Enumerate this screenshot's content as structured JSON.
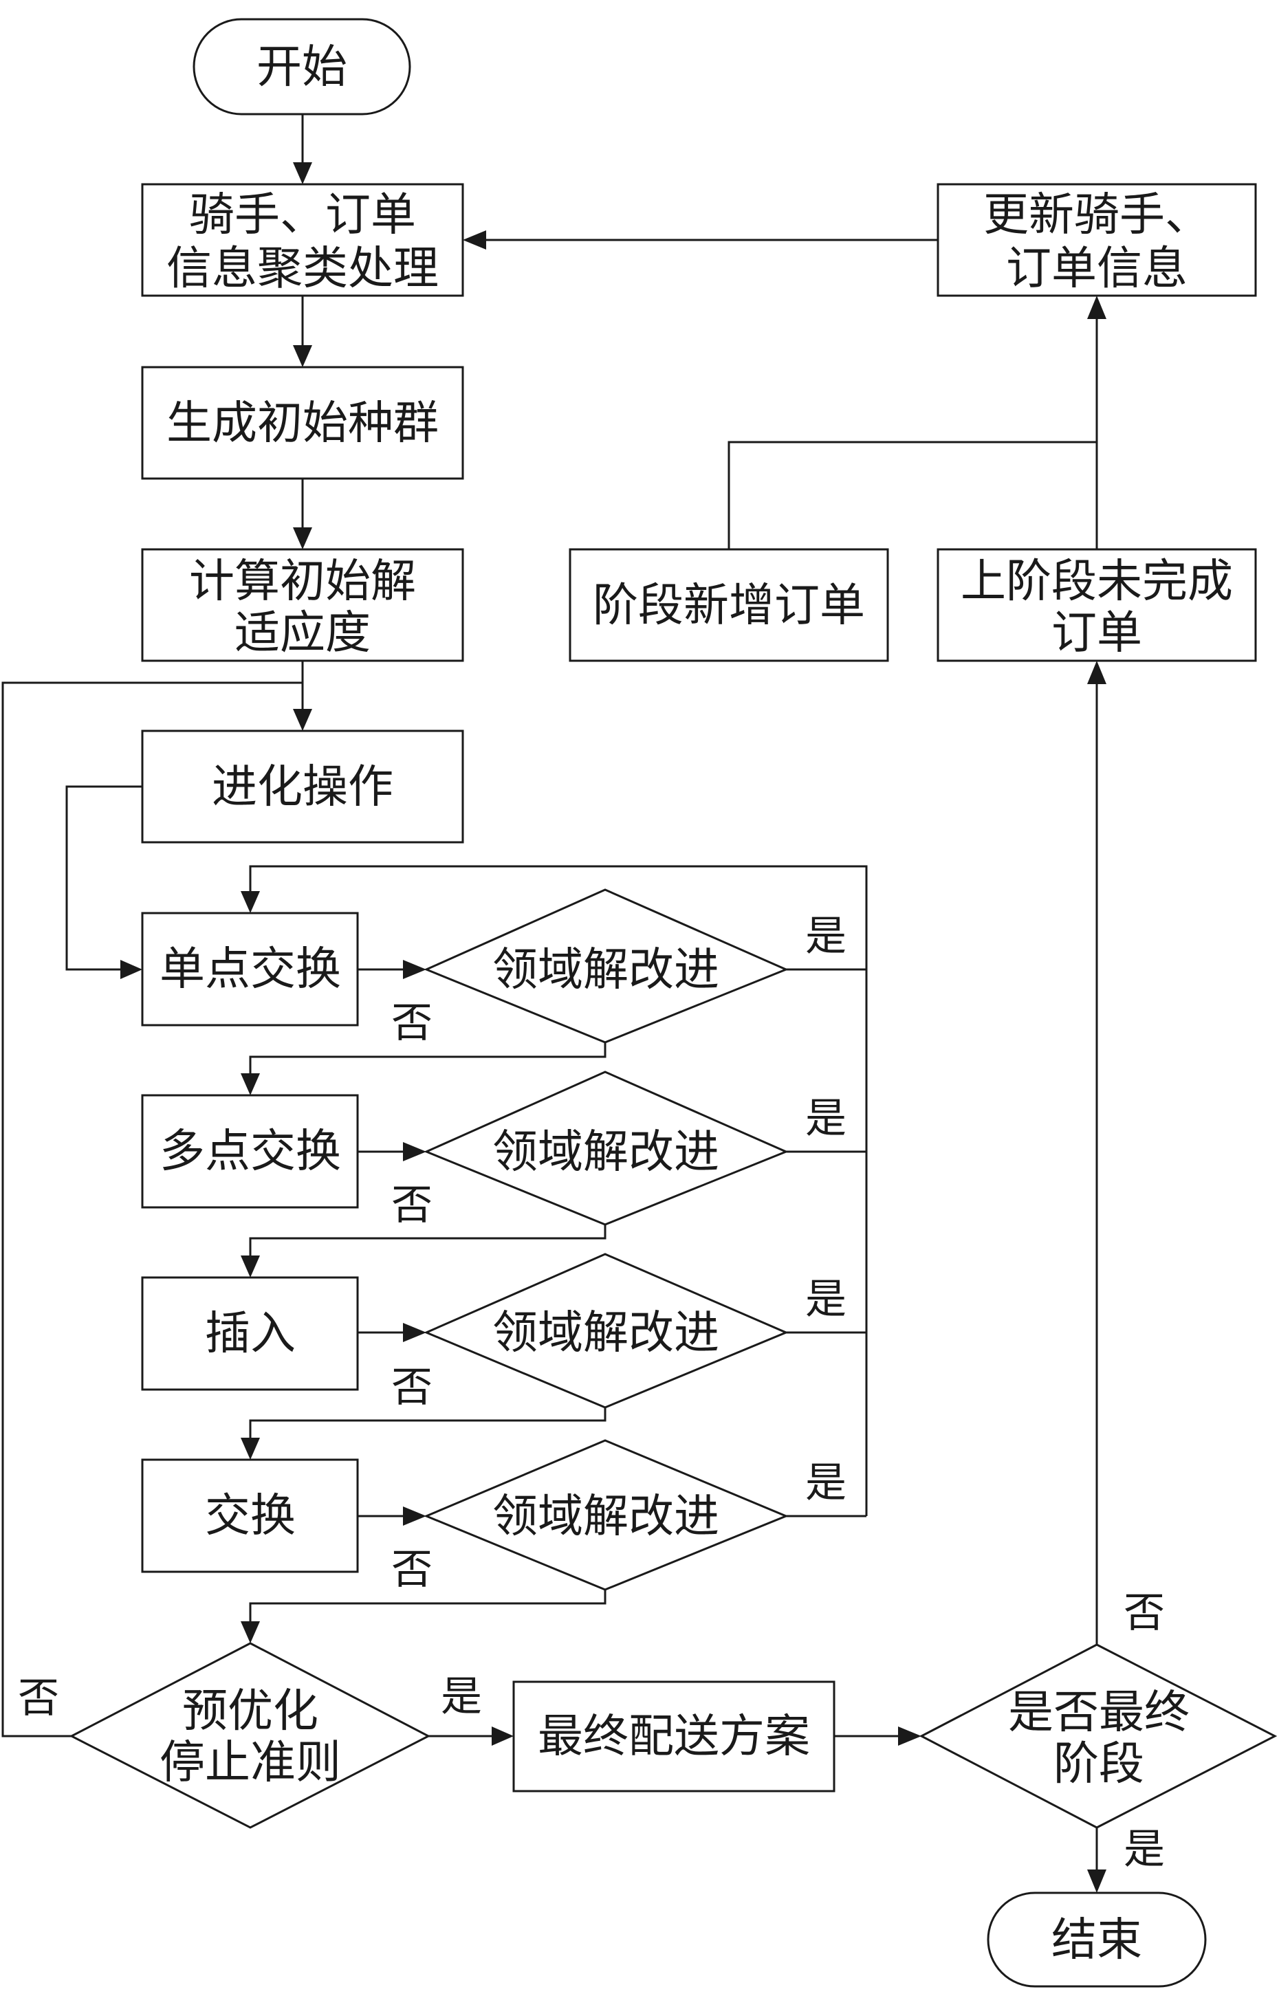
{
  "nodes": {
    "start": "开始",
    "cluster": [
      "骑手、订单",
      "信息聚类处理"
    ],
    "init_pop": "生成初始种群",
    "fitness": [
      "计算初始解",
      "适应度"
    ],
    "evolve": "进化操作",
    "op1": "单点交换",
    "op2": "多点交换",
    "op3": "插入",
    "op4": "交换",
    "improve": "领域解改进",
    "stop": [
      "预优化",
      "停止准则"
    ],
    "final_plan": "最终配送方案",
    "final_stage": [
      "是否最终",
      "阶段"
    ],
    "end": "结束",
    "update": [
      "更新骑手、",
      "订单信息"
    ],
    "new_orders": "阶段新增订单",
    "unfinished": [
      "上阶段未完成",
      "订单"
    ]
  },
  "labels": {
    "yes": "是",
    "no": "否"
  }
}
